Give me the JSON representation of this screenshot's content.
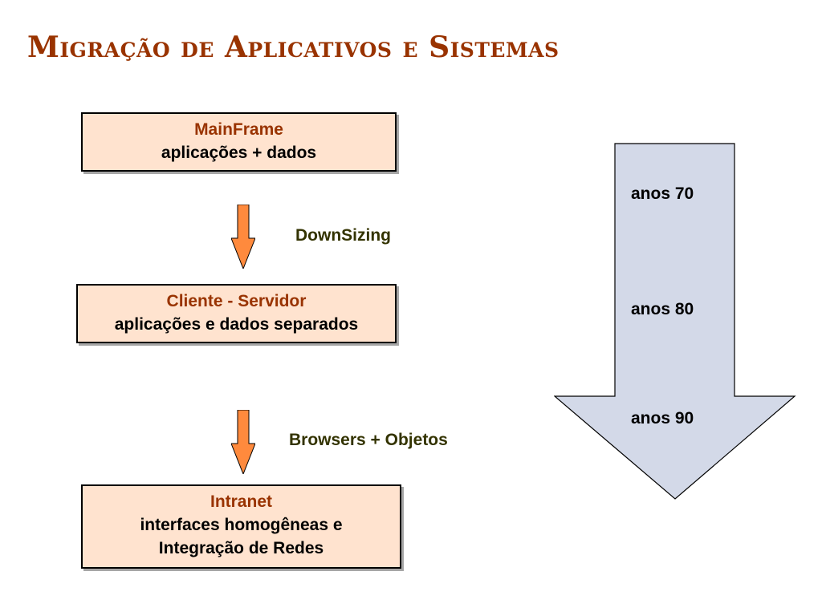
{
  "title": "Migração de Aplicativos e Sistemas",
  "stages": [
    {
      "heading": "MainFrame",
      "lines": [
        "aplicações + dados"
      ]
    },
    {
      "heading": "Cliente - Servidor",
      "lines": [
        "aplicações e dados separados"
      ]
    },
    {
      "heading": "Intranet",
      "lines": [
        "interfaces homogêneas e",
        "Integração de Redes"
      ]
    }
  ],
  "transitions": [
    "DownSizing",
    "Browsers + Objetos"
  ],
  "timeline": {
    "decades": [
      "anos 70",
      "anos 80",
      "anos 90"
    ]
  },
  "colors": {
    "title": "#993300",
    "box_fill": "#ffe3cf",
    "box_heading": "#993300",
    "small_arrow_fill": "#ff8a3d",
    "transition_text": "#333300",
    "timeline_fill": "#d3d9e8"
  }
}
